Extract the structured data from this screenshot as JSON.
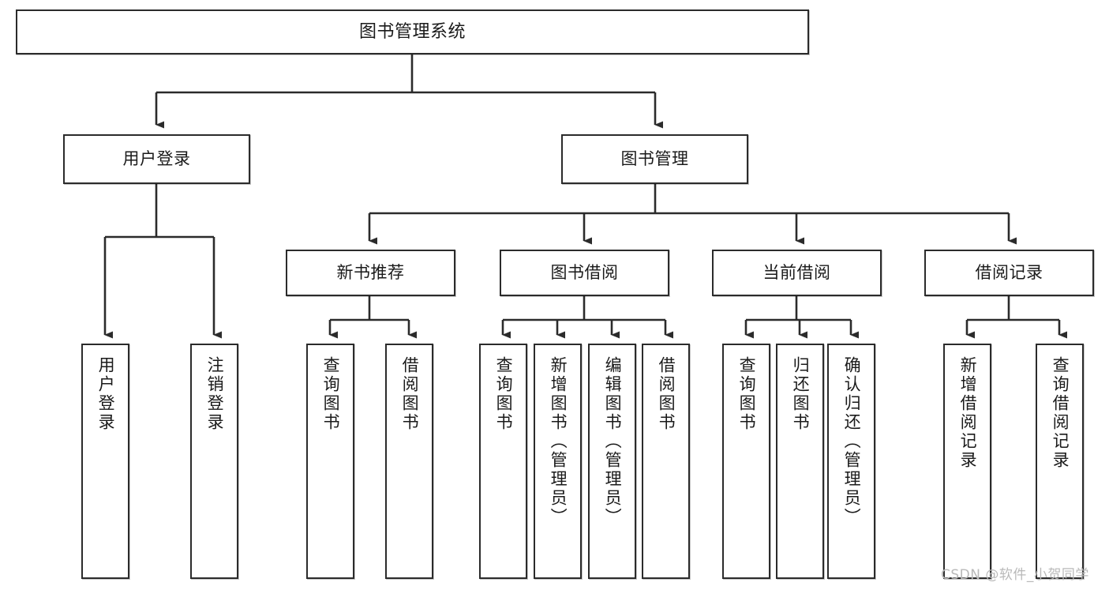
{
  "diagram": {
    "title": "图书管理系统",
    "type": "tree-hierarchy-chart",
    "colors": {
      "box_border": "#2b2b2b",
      "box_fill": "#ffffff",
      "edge": "#2b2b2b",
      "text": "#1a1a1a",
      "watermark": "#b9b9b9",
      "canvas": "#ffffff"
    },
    "root": {
      "label": "图书管理系统"
    },
    "level2": [
      {
        "label": "用户登录"
      },
      {
        "label": "图书管理"
      }
    ],
    "level3": [
      {
        "label": "新书推荐"
      },
      {
        "label": "图书借阅"
      },
      {
        "label": "当前借阅"
      },
      {
        "label": "借阅记录"
      }
    ],
    "leaves": {
      "user_login": [
        {
          "label": "用户登录"
        },
        {
          "label": "注销登录"
        }
      ],
      "new_book_recommend": [
        {
          "label": "查询图书"
        },
        {
          "label": "借阅图书"
        }
      ],
      "book_borrow": [
        {
          "label": "查询图书"
        },
        {
          "label": "新增图书（管理员）"
        },
        {
          "label": "编辑图书（管理员）"
        },
        {
          "label": "借阅图书"
        }
      ],
      "current_borrow": [
        {
          "label": "查询图书"
        },
        {
          "label": "归还图书"
        },
        {
          "label": "确认归还（管理员）"
        }
      ],
      "borrow_record": [
        {
          "label": "新增借阅记录"
        },
        {
          "label": "查询借阅记录"
        }
      ]
    },
    "watermark": "CSDN @软件_小贺同学"
  }
}
